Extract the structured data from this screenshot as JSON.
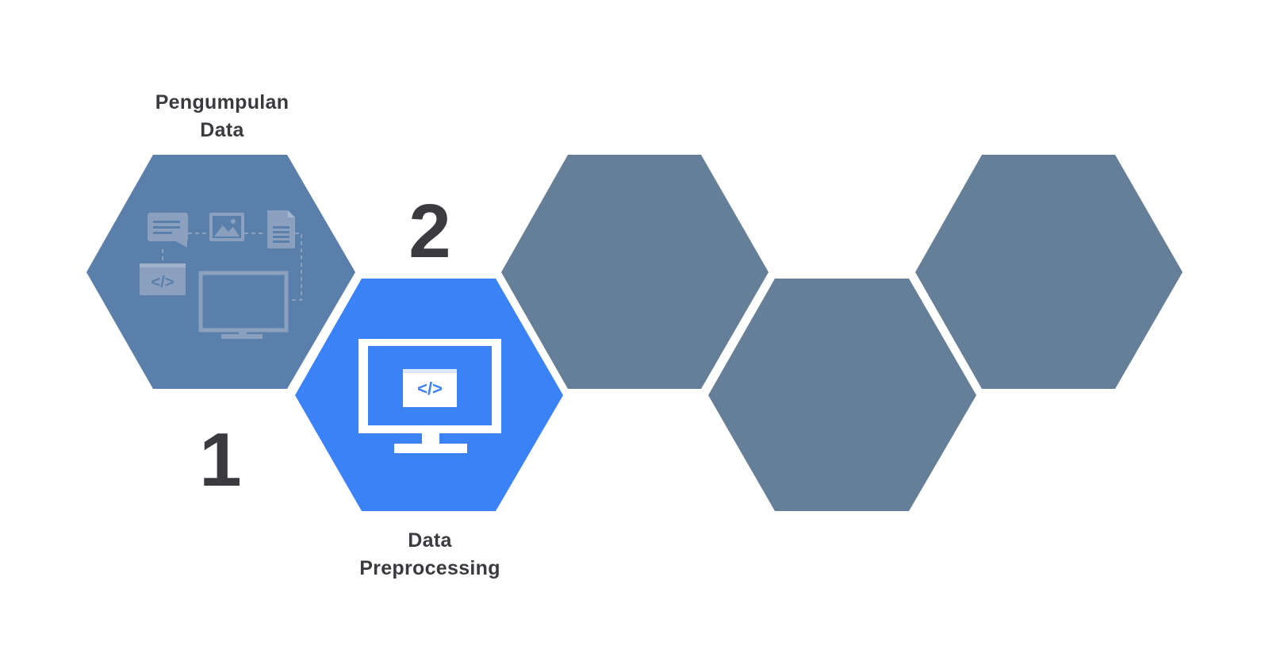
{
  "steps": [
    {
      "number": "1",
      "label_line1": "Pengumpulan",
      "label_line2": "Data"
    },
    {
      "number": "2",
      "label_line1": "Data",
      "label_line2": "Preprocessing"
    }
  ],
  "colors": {
    "step1_fill": "#5b7fab",
    "step2_fill": "#3b82f6",
    "inactive_fill": "#667f98",
    "icon_faded": "#8aa0be",
    "icon_white": "#ffffff",
    "text": "#3a3a3f"
  },
  "icons": {
    "step1": [
      "chat-bubble-icon",
      "image-icon",
      "document-icon",
      "code-window-icon",
      "monitor-icon"
    ],
    "step2": [
      "monitor-code-icon"
    ]
  }
}
